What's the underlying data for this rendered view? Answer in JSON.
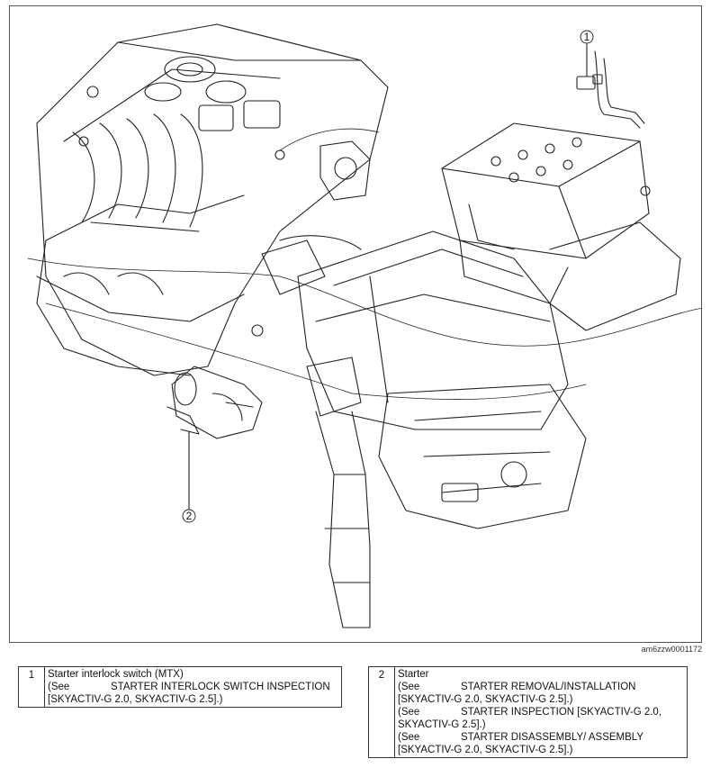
{
  "figure": {
    "code": "am6zzw0001172",
    "callouts": [
      "1",
      "2"
    ]
  },
  "legend": [
    {
      "number": "1",
      "title": "Starter interlock switch (MTX)",
      "refs": [
        {
          "prefix": "(See",
          "text": "STARTER INTERLOCK SWITCH INSPECTION [SKYACTIV-G 2.0, SKYACTIV-G 2.5].)"
        }
      ]
    },
    {
      "number": "2",
      "title": "Starter",
      "refs": [
        {
          "prefix": "(See",
          "text": "STARTER REMOVAL/INSTALLATION [SKYACTIV-G 2.0, SKYACTIV-G 2.5].)"
        },
        {
          "prefix": "(See",
          "text": "STARTER INSPECTION [SKYACTIV-G 2.0, SKYACTIV-G 2.5].)"
        },
        {
          "prefix": "(See",
          "text": "STARTER DISASSEMBLY/ ASSEMBLY [SKYACTIV-G 2.0, SKYACTIV-G 2.5].)"
        }
      ]
    }
  ]
}
